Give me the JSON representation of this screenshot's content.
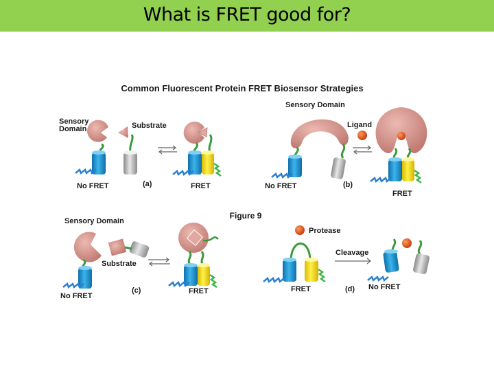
{
  "slide": {
    "title": "What is FRET good for?"
  },
  "figure": {
    "heading": "Common Fluorescent Protein FRET Biosensor Strategies",
    "caption": "Figure 9",
    "panels": {
      "a": {
        "letter": "(a)",
        "sensory_domain_line1": "Sensory",
        "sensory_domain_line2": "Domain",
        "substrate": "Substrate",
        "left_state": "No FRET",
        "right_state": "FRET"
      },
      "b": {
        "letter": "(b)",
        "sensory_domain": "Sensory Domain",
        "ligand": "Ligand",
        "left_state": "No FRET",
        "right_state": "FRET"
      },
      "c": {
        "letter": "(c)",
        "sensory_domain": "Sensory Domain",
        "substrate": "Substrate",
        "left_state": "No FRET",
        "right_state": "FRET"
      },
      "d": {
        "letter": "(d)",
        "protease": "Protease",
        "cleavage": "Cleavage",
        "left_state": "FRET",
        "right_state": "No FRET"
      }
    },
    "colors": {
      "title_bar": "#92d050",
      "cyan_protein": "#1f9ad6",
      "yellow_protein": "#f4dd1c",
      "sensory_domain": "#d99a92",
      "linker": "#3a9a3a",
      "ligand": "#e2521e",
      "excitation": "#2a7fd0",
      "emission": "#3cb54a"
    }
  }
}
